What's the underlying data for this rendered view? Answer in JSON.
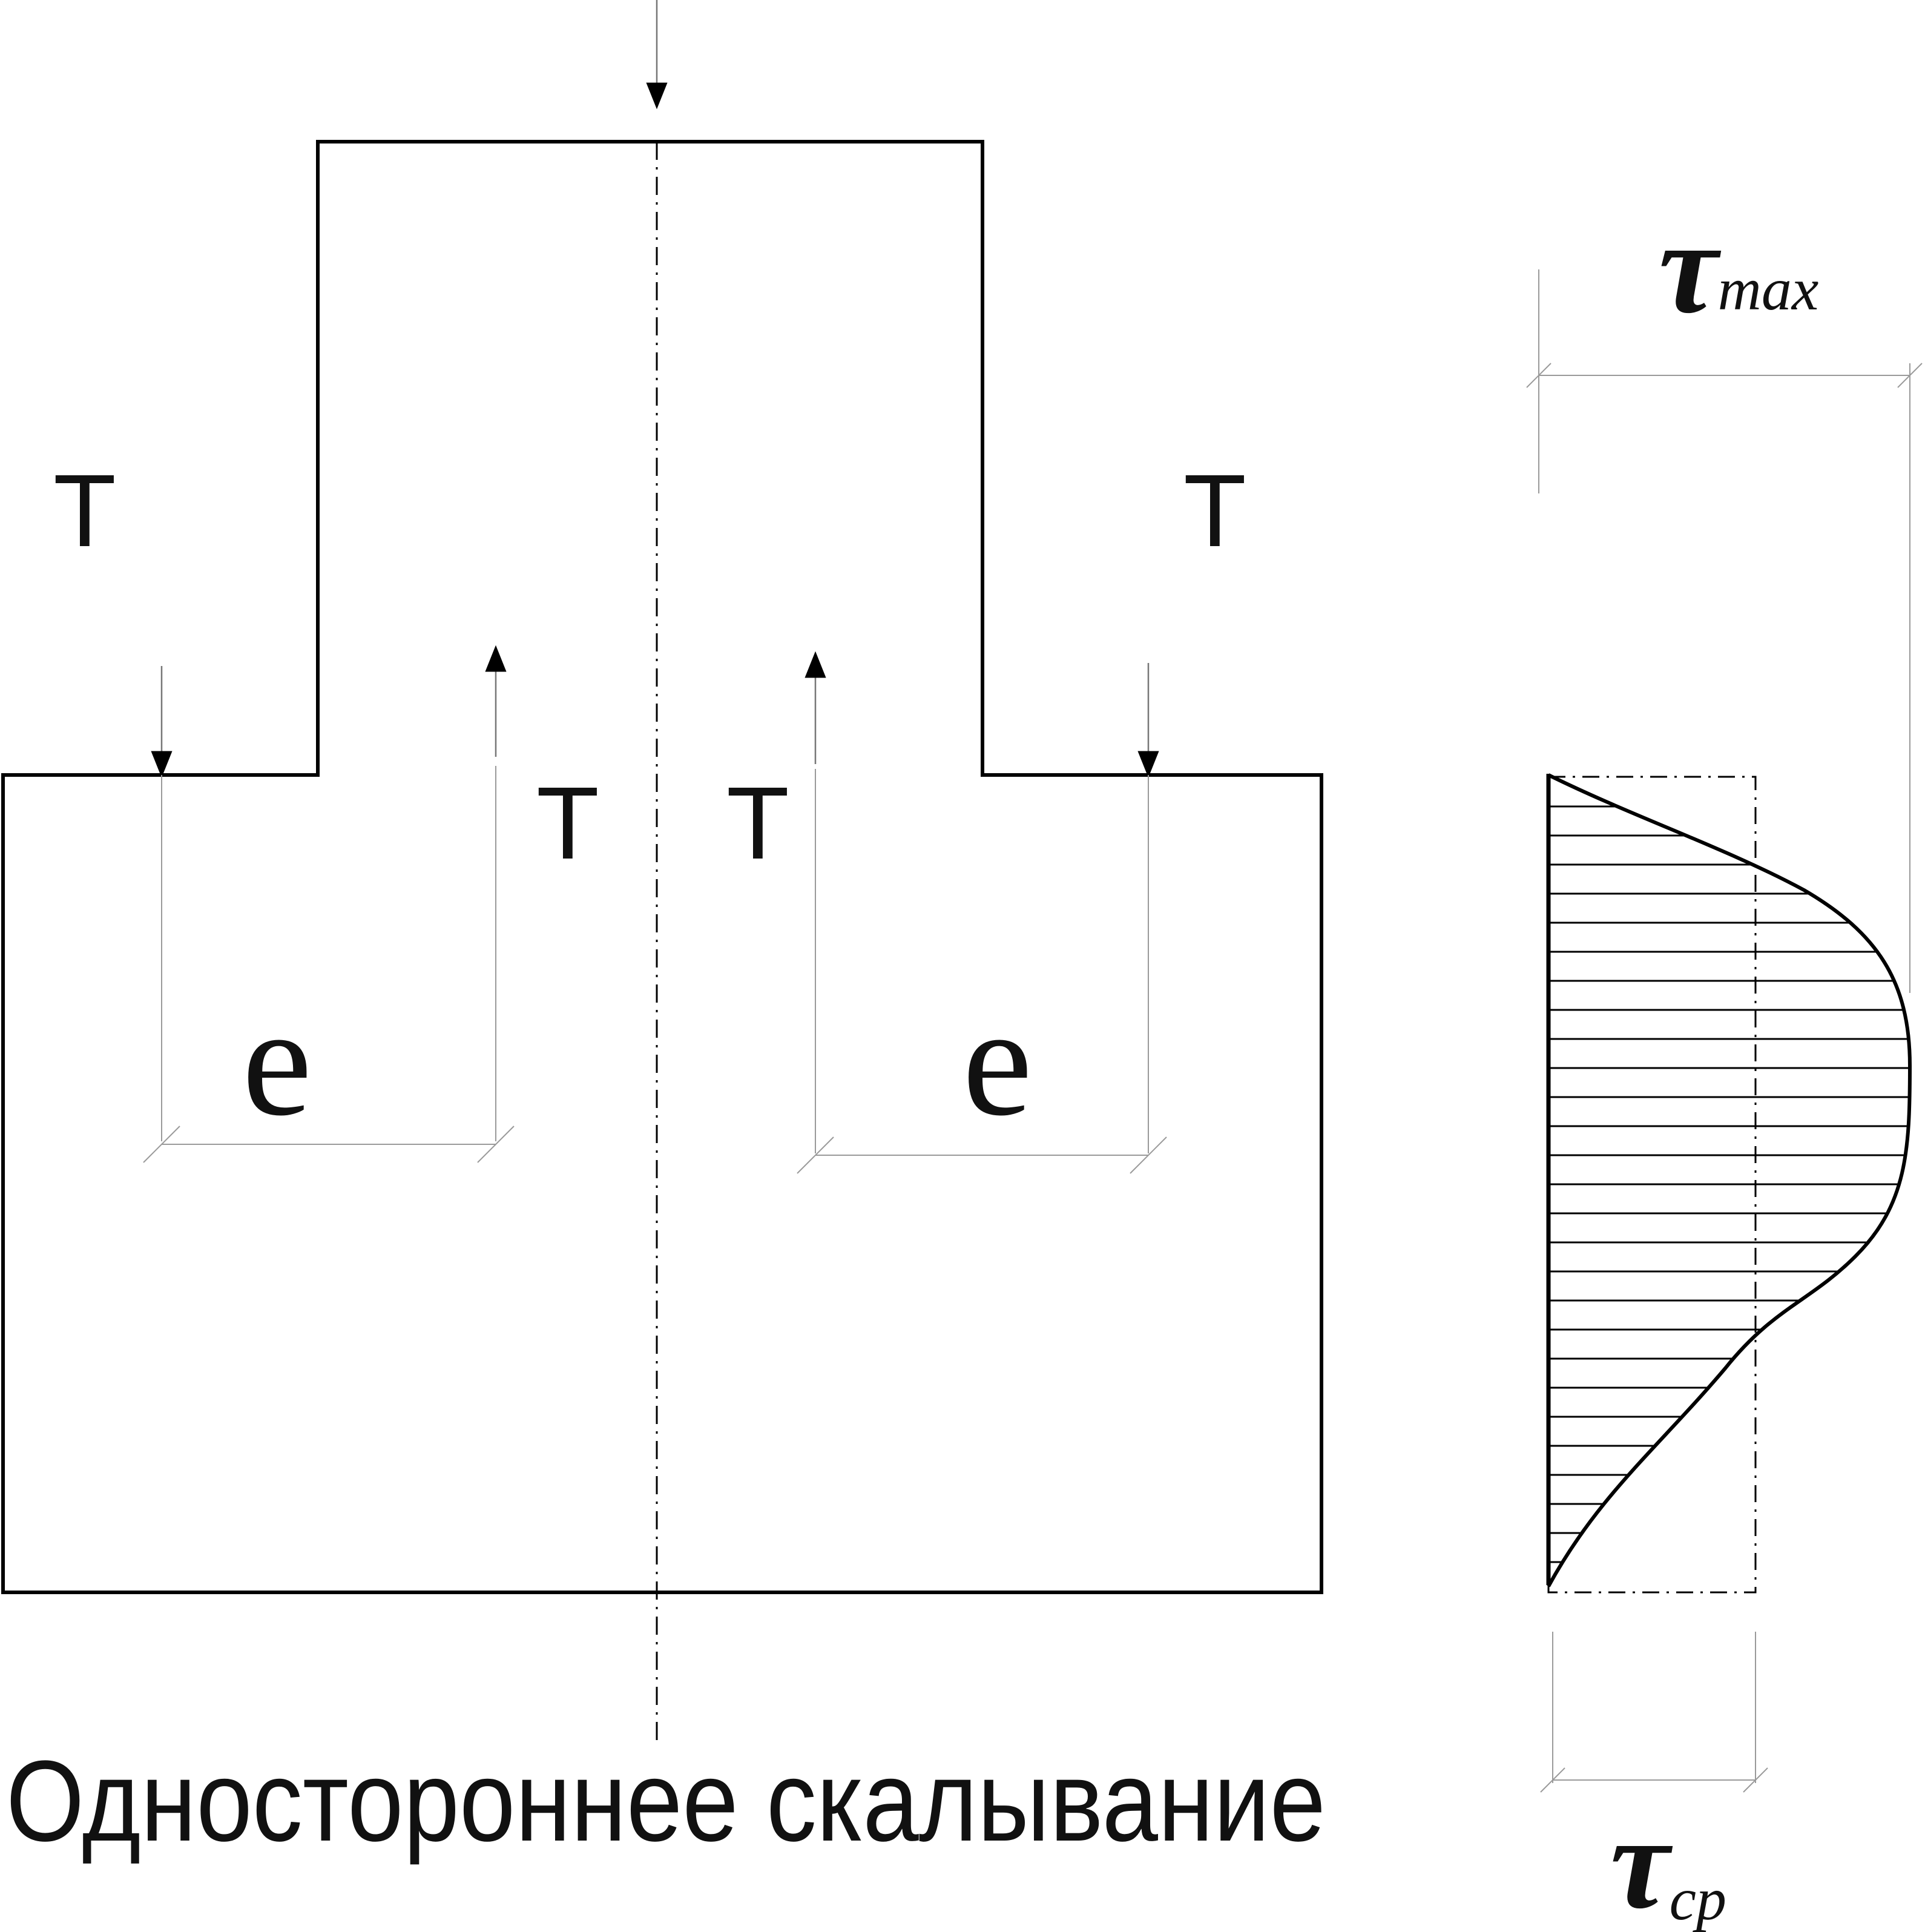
{
  "labels": {
    "force_left_outer": "T",
    "force_right_outer": "T",
    "force_left_inner": "T",
    "force_right_inner": "T",
    "ecc_left": "e",
    "ecc_right": "e",
    "tau_symbol": "τ",
    "tau_max_sub": "max",
    "tau_cp_sub": "cp",
    "caption": "Одностороннее скалывание"
  },
  "colors": {
    "line": "#000000",
    "thin": "#9a9a9a",
    "text": "#111111"
  }
}
